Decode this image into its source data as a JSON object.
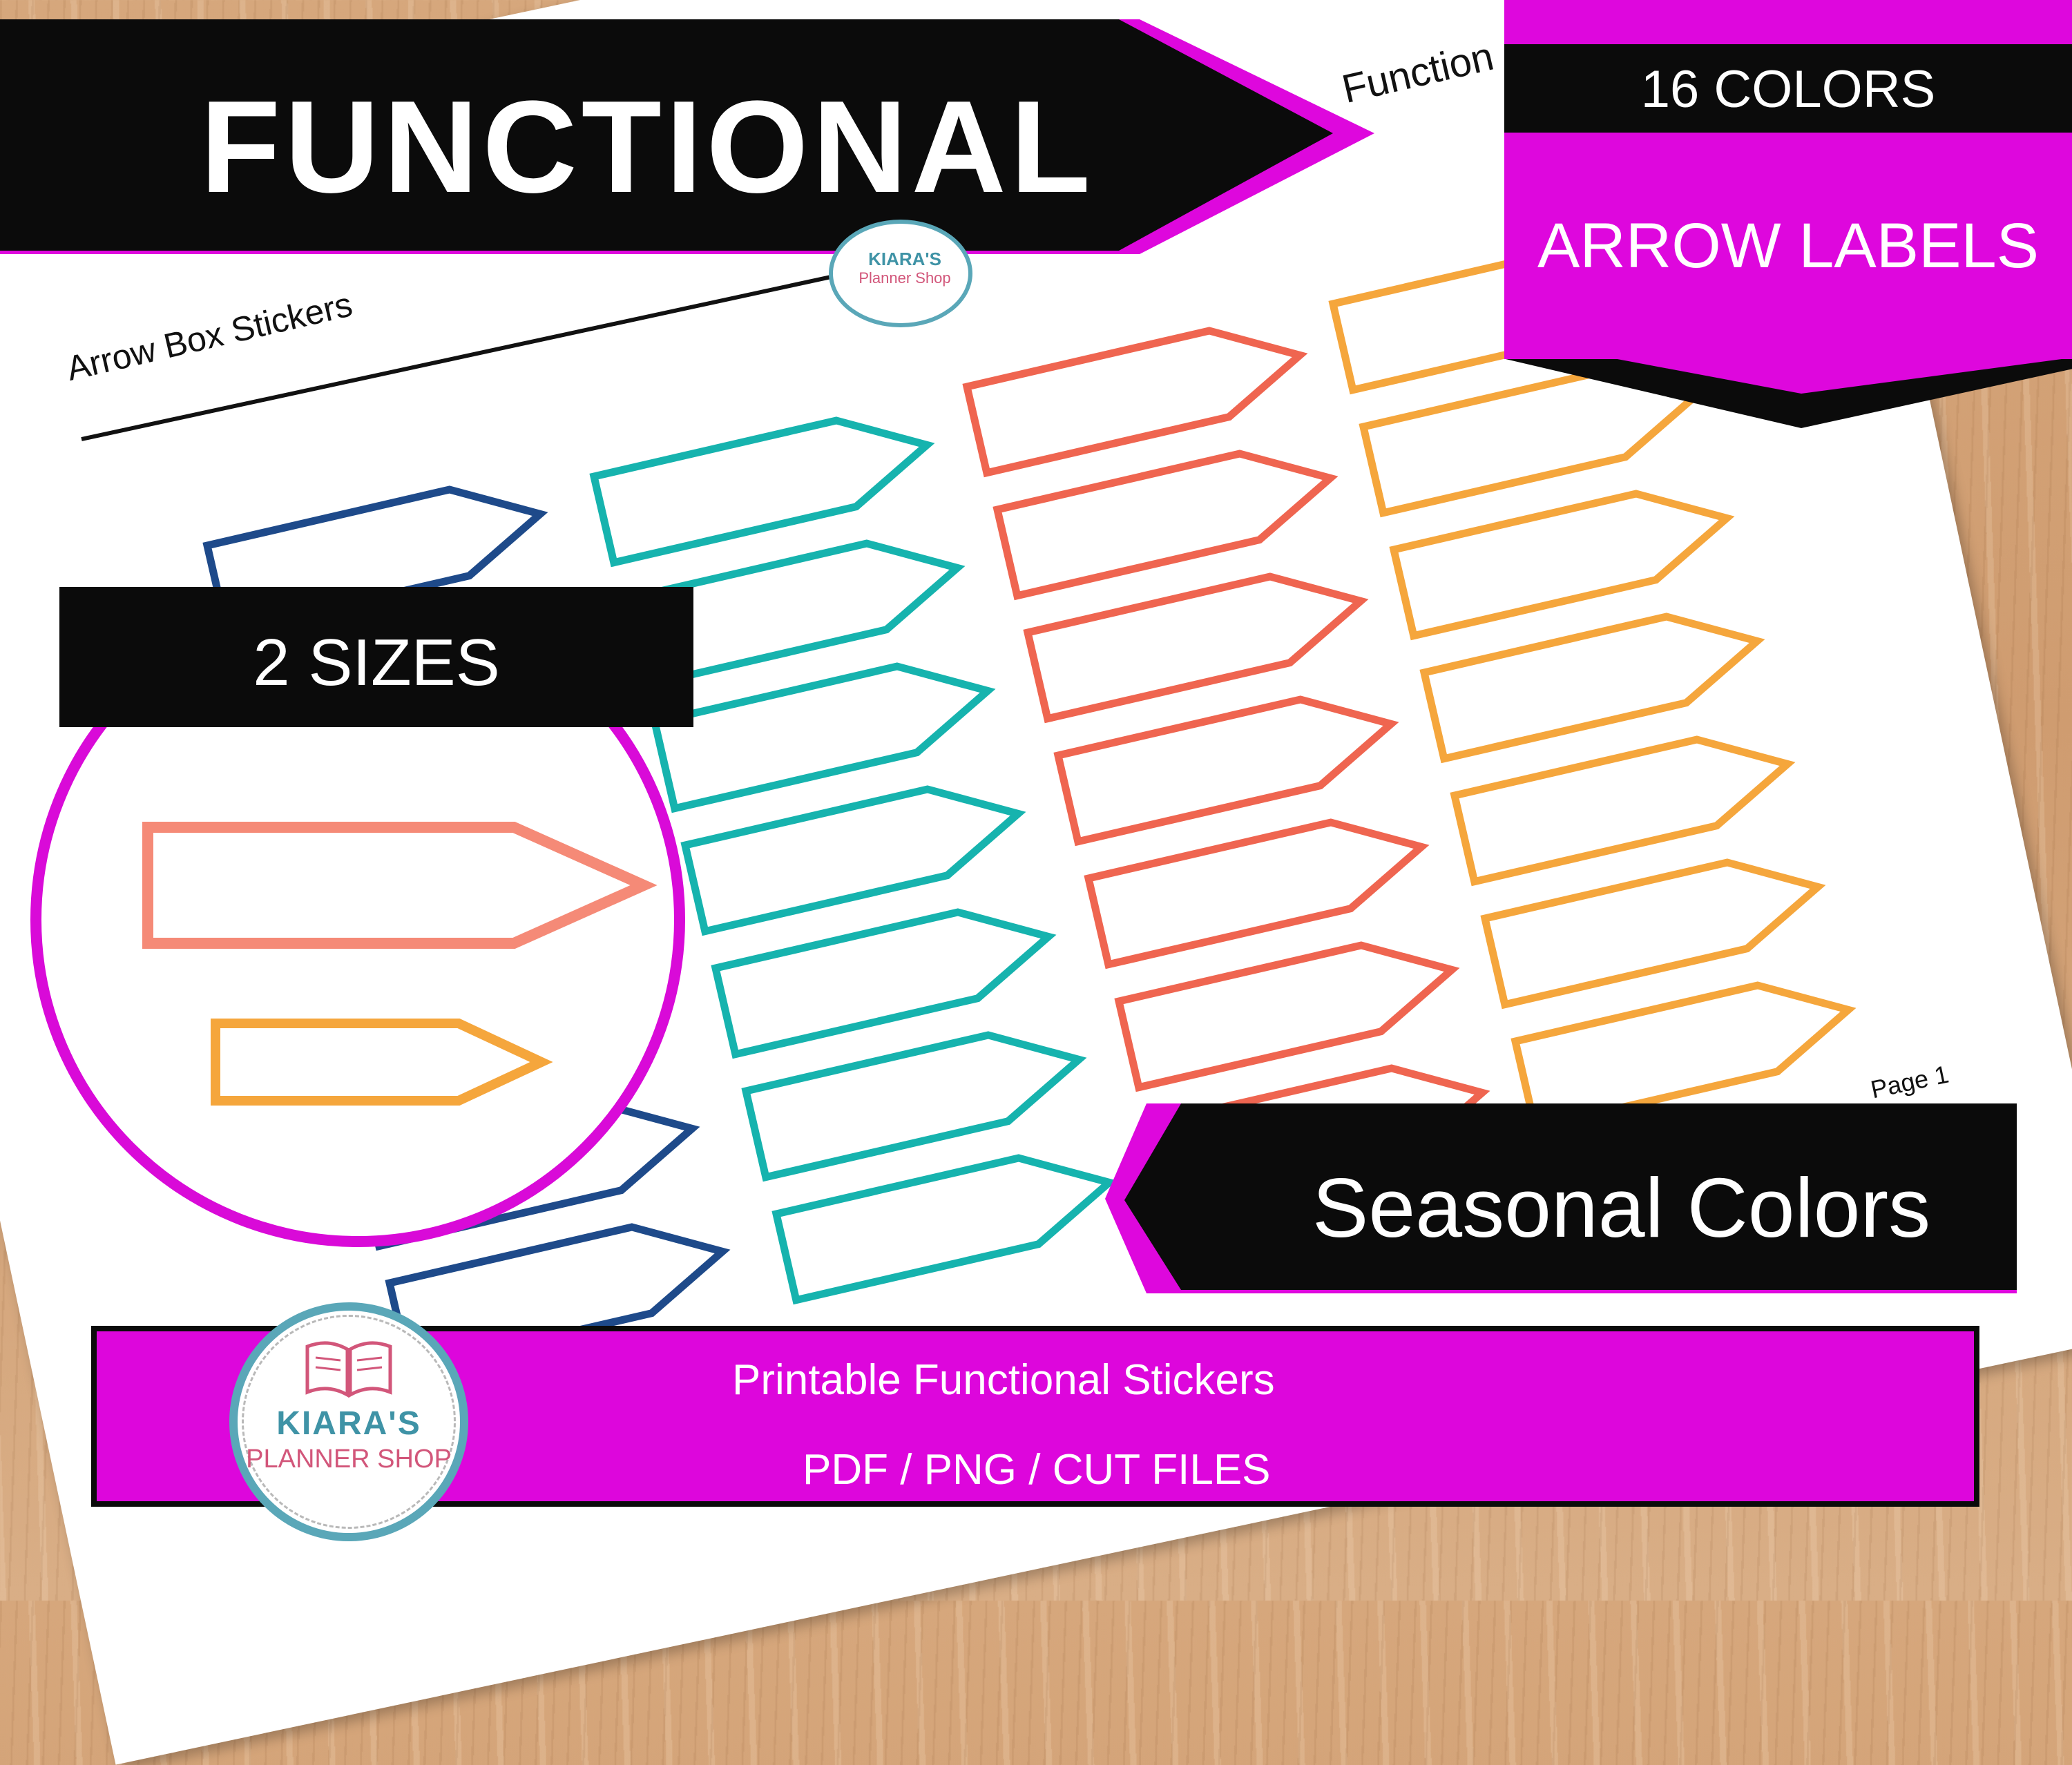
{
  "banner": {
    "title": "FUNCTIONAL",
    "colors_count": "16 COLORS",
    "product": "ARROW LABELS",
    "sizes": "2 SIZES",
    "seasonal": "Seasonal Colors"
  },
  "sheet": {
    "heading": "Arrow Box Stickers",
    "heading_partial": "Function",
    "page": "Page 1"
  },
  "footer": {
    "line1": "Printable Functional Stickers",
    "line2": "PDF / PNG / CUT FILES"
  },
  "logo": {
    "name_line1": "KIARA'S",
    "name_line2": "PLANNER SHOP",
    "small_line1": "KIARA'S",
    "small_line2": "Planner Shop"
  },
  "colors": {
    "accent": "#de07dd",
    "banner_black": "#0b0b0b",
    "navy": "#1e4a8a",
    "teal": "#16b3ae",
    "coral": "#ef6550",
    "orange": "#f5a63c",
    "salmon": "#f58a77",
    "logo_teal": "#5aa7b8",
    "logo_pink": "#d2567a"
  }
}
